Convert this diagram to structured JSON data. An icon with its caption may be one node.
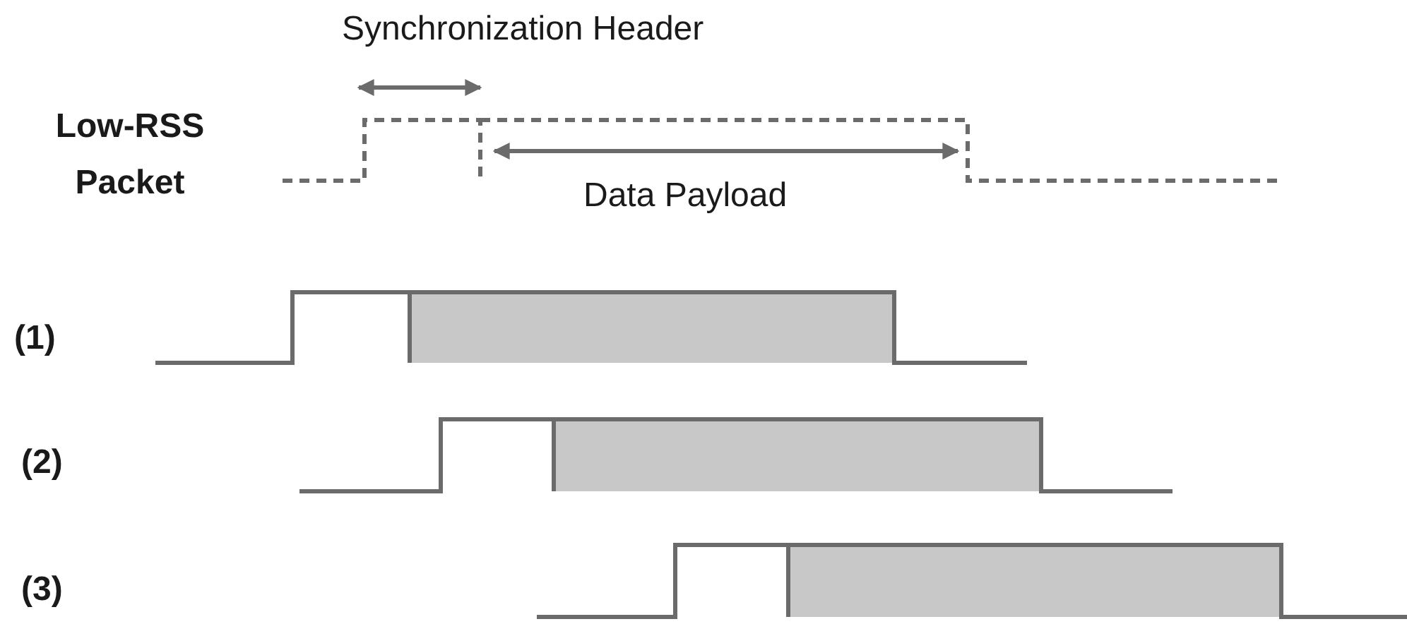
{
  "diagram": {
    "labels": [
      "Synchronization Header",
      "Low-RSS Packet",
      "Data Payload",
      "(1)",
      "(2)",
      "(3)"
    ]
  }
}
